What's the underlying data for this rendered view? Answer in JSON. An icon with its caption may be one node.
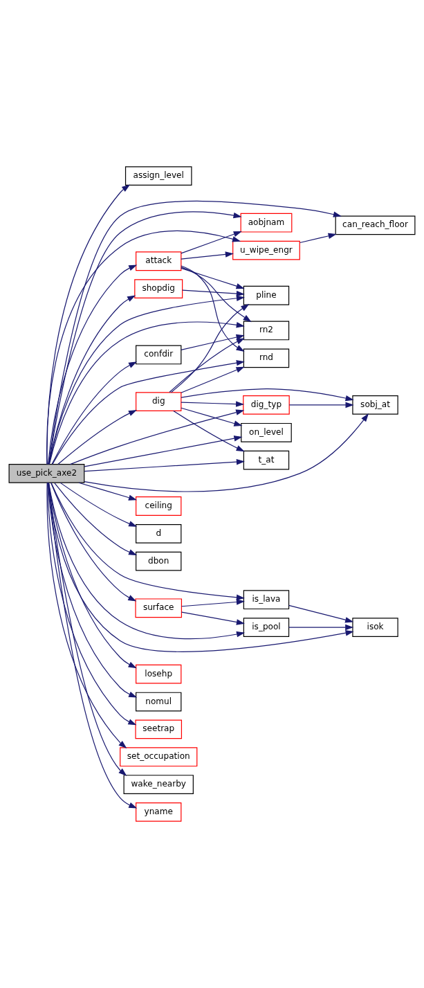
{
  "diagram": {
    "nodes": [
      {
        "text": [
          "use_pick_axe2"
        ]
      },
      {
        "text": [
          "assign_level"
        ]
      },
      {
        "text": [
          "aobjnam"
        ]
      },
      {
        "text": [
          "shopdig"
        ]
      },
      {
        "text": [
          "u_wipe_engr"
        ]
      },
      {
        "text": [
          "attack"
        ]
      },
      {
        "text": [
          "pline"
        ]
      },
      {
        "text": [
          "confdir"
        ]
      },
      {
        "text": [
          "rn2"
        ]
      },
      {
        "text": [
          "can_reach_floor"
        ]
      },
      {
        "text": [
          "ceiling"
        ]
      },
      {
        "text": [
          "rnd"
        ]
      },
      {
        "text": [
          "d"
        ]
      },
      {
        "text": [
          "dbon"
        ]
      },
      {
        "text": [
          "dig"
        ]
      },
      {
        "text": [
          "dig_typ"
        ]
      },
      {
        "text": [
          "sobj_at"
        ]
      },
      {
        "text": [
          "on_level"
        ]
      },
      {
        "text": [
          "t_at"
        ]
      },
      {
        "text": [
          "surface"
        ]
      },
      {
        "text": [
          "is_pool"
        ]
      },
      {
        "text": [
          "losehp"
        ]
      },
      {
        "text": [
          "nomul"
        ]
      },
      {
        "text": [
          "seetrap"
        ]
      },
      {
        "text": [
          "is_lava"
        ]
      },
      {
        "text": [
          "isok"
        ]
      },
      {
        "text": [
          "set_occupation"
        ]
      },
      {
        "text": [
          "wake_nearby"
        ]
      },
      {
        "text": [
          "yname"
        ]
      }
    ],
    "edges": [
      {
        "from": 0,
        "to": 2,
        "arrow": "to"
      },
      {
        "from": 0,
        "to": 1,
        "arrow": "to"
      },
      {
        "from": 0,
        "to": 4,
        "arrow": "to"
      },
      {
        "from": 0,
        "to": 3,
        "arrow": "to"
      },
      {
        "from": 0,
        "to": 6,
        "arrow": "to"
      },
      {
        "from": 0,
        "to": 5,
        "arrow": "to"
      },
      {
        "from": 0,
        "to": 7,
        "arrow": "to"
      },
      {
        "from": 0,
        "to": 8,
        "arrow": "to"
      },
      {
        "from": 0,
        "to": 10,
        "arrow": "to"
      },
      {
        "from": 0,
        "to": 11,
        "arrow": "to"
      },
      {
        "from": 0,
        "to": 12,
        "arrow": "to"
      },
      {
        "from": 0,
        "to": 13,
        "arrow": "to"
      },
      {
        "from": 0,
        "to": 9,
        "arrow": "to"
      },
      {
        "from": 0,
        "to": 14,
        "arrow": "to"
      },
      {
        "from": 0,
        "to": 15,
        "arrow": "to"
      },
      {
        "from": 0,
        "to": 17,
        "arrow": "to"
      },
      {
        "from": 0,
        "to": 18,
        "arrow": "to"
      },
      {
        "from": 0,
        "to": 16,
        "arrow": "to"
      },
      {
        "from": 0,
        "to": 19,
        "arrow": "to"
      },
      {
        "from": 0,
        "to": 20,
        "arrow": "to"
      },
      {
        "from": 0,
        "to": 21,
        "arrow": "to"
      },
      {
        "from": 0,
        "to": 22,
        "arrow": "to"
      },
      {
        "from": 0,
        "to": 23,
        "arrow": "to"
      },
      {
        "from": 0,
        "to": 26,
        "arrow": "to"
      },
      {
        "from": 0,
        "to": 24,
        "arrow": "to"
      },
      {
        "from": 0,
        "to": 25,
        "arrow": "to"
      },
      {
        "from": 0,
        "to": 27,
        "arrow": "to"
      },
      {
        "from": 0,
        "to": 28,
        "arrow": "to"
      },
      {
        "from": 3,
        "to": 6,
        "arrow": "to"
      },
      {
        "from": 5,
        "to": 2,
        "arrow": "to"
      },
      {
        "from": 5,
        "to": 4,
        "arrow": "to"
      },
      {
        "from": 5,
        "to": 6,
        "arrow": "to"
      },
      {
        "from": 5,
        "to": 8,
        "arrow": "to"
      },
      {
        "from": 5,
        "to": 11,
        "arrow": "to"
      },
      {
        "from": 4,
        "to": 9,
        "arrow": "to"
      },
      {
        "from": 7,
        "to": 8,
        "arrow": "to"
      },
      {
        "from": 14,
        "to": 6,
        "arrow": "to"
      },
      {
        "from": 14,
        "to": 8,
        "arrow": "to"
      },
      {
        "from": 14,
        "to": 11,
        "arrow": "to"
      },
      {
        "from": 14,
        "to": 16,
        "arrow": "to"
      },
      {
        "from": 14,
        "to": 15,
        "arrow": "to"
      },
      {
        "from": 14,
        "to": 17,
        "arrow": "to"
      },
      {
        "from": 14,
        "to": 18,
        "arrow": "to"
      },
      {
        "from": 15,
        "to": 16,
        "arrow": "to"
      },
      {
        "from": 19,
        "to": 20,
        "arrow": "to"
      },
      {
        "from": 19,
        "to": 24,
        "arrow": "to"
      },
      {
        "from": 20,
        "to": 25,
        "arrow": "to"
      },
      {
        "from": 24,
        "to": 25,
        "arrow": "to"
      }
    ]
  }
}
